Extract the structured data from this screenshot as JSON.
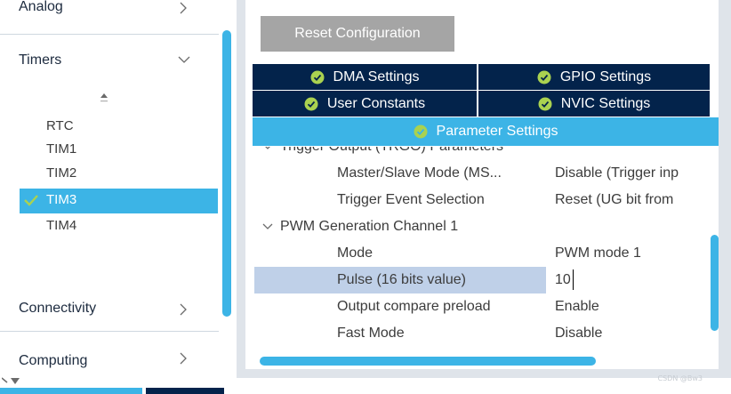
{
  "categories": {
    "analog": "Analog",
    "timers": "Timers",
    "connectivity": "Connectivity",
    "computing": "Computing"
  },
  "timers_list": [
    "RTC",
    "TIM1",
    "TIM2",
    "TIM3",
    "TIM4"
  ],
  "selected_timer": "TIM3",
  "config": {
    "reset_label": "Reset Configuration",
    "tabs": {
      "dma": "DMA Settings",
      "gpio": "GPIO Settings",
      "user_constants": "User Constants",
      "nvic": "NVIC Settings",
      "parameter": "Parameter Settings"
    }
  },
  "params": {
    "trigger_group": "Trigger Output (TRGO) Parameters",
    "master_slave_name": "Master/Slave Mode (MS...",
    "master_slave_value": "Disable (Trigger inp",
    "trigger_event_name": "Trigger Event Selection",
    "trigger_event_value": "Reset (UG bit from",
    "pwm_group": "PWM Generation Channel 1",
    "mode_name": "Mode",
    "mode_value": "PWM mode 1",
    "pulse_name": "Pulse (16 bits value)",
    "pulse_value": "10",
    "preload_name": "Output compare preload",
    "preload_value": "Enable",
    "fast_mode_name": "Fast Mode",
    "fast_mode_value": "Disable"
  },
  "watermark": "CSDN @Bw3",
  "colors": {
    "accent": "#3cb4e6",
    "navy": "#03234b",
    "check_green": "#aad250",
    "reset_gray": "#a5a5a5",
    "row_highlight": "#bfd0e8"
  }
}
